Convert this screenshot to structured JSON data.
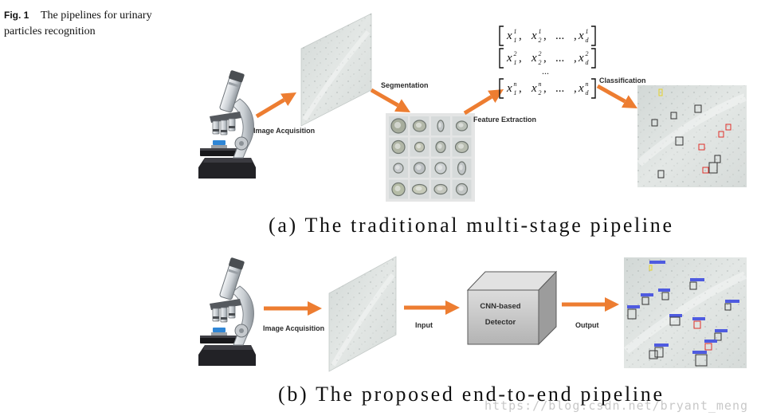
{
  "figure": {
    "label": "Fig. 1",
    "caption_lines": [
      "The pipelines for urinary",
      "particles recognition"
    ]
  },
  "pipeline_a": {
    "step_labels": {
      "acquisition": "Image Acquisition",
      "segmentation": "Segmentation",
      "feature_extraction": "Feature Extraction",
      "classification": "Classification"
    },
    "feature_matrix": {
      "rows": [
        {
          "entries": [
            {
              "base": "x",
              "sub": "1",
              "sup": "1",
              "suffix": ","
            },
            {
              "base": "x",
              "sub": "2",
              "sup": "1",
              "suffix": ","
            },
            {
              "text": "..."
            },
            {
              "prefix": ",",
              "base": "x",
              "sub": "d",
              "sup": "1"
            }
          ]
        },
        {
          "entries": [
            {
              "base": "x",
              "sub": "1",
              "sup": "2",
              "suffix": ","
            },
            {
              "base": "x",
              "sub": "2",
              "sup": "2",
              "suffix": ","
            },
            {
              "text": "..."
            },
            {
              "prefix": ",",
              "base": "x",
              "sub": "d",
              "sup": "2"
            }
          ]
        },
        {
          "entries": [
            {
              "base": "x",
              "sub": "1",
              "sup": "n",
              "suffix": ","
            },
            {
              "base": "x",
              "sub": "2",
              "sup": "n",
              "suffix": ","
            },
            {
              "text": "..."
            },
            {
              "prefix": ",",
              "base": "x",
              "sub": "d",
              "sup": "n"
            }
          ]
        }
      ],
      "row_ellipsis": "..."
    },
    "caption": "(a) The traditional multi-stage pipeline"
  },
  "pipeline_b": {
    "step_labels": {
      "acquisition": "Image Acquisition",
      "input": "Input",
      "output": "Output"
    },
    "detector_lines": [
      "CNN-based",
      "Detector"
    ],
    "caption": "(b) The proposed end-to-end pipeline"
  },
  "watermark": "https://blog.csdn.net/bryant_meng",
  "colors": {
    "arrow": "#ED7D31",
    "box_normal": "#333333",
    "box_abnormal": "#e0302a",
    "detection_label": "#4f5be0"
  }
}
